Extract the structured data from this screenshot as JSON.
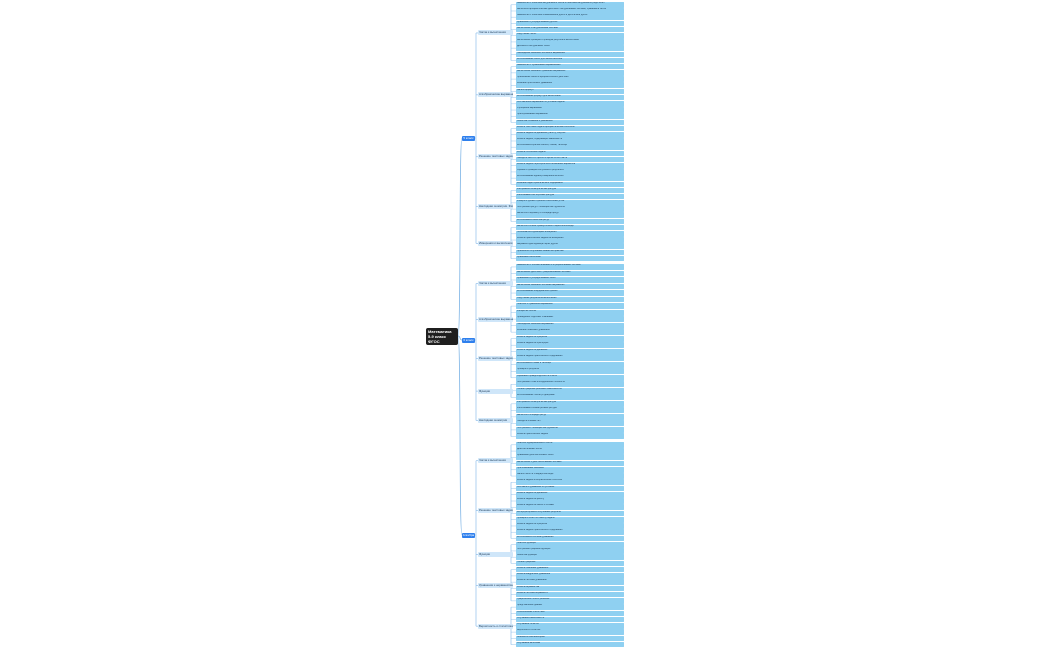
{
  "root": {
    "line1": "Математика",
    "line2": "5-9 класс",
    "line3": "ФГОС"
  },
  "colors": {
    "root": "#1f1f1f",
    "grade": "#2f80ed",
    "section": "#cfe6f9",
    "leaf": "#8fd0f1",
    "line": "#7fb5e6"
  },
  "grades": [
    {
      "label": "5 класс",
      "sections": [
        {
          "label": "Числа и вычисления",
          "leaves": [
            "Знакомство с понятием натурального числа и понятием натурального ряда чисел",
            "Выполнять арифметические действия с натуральными числами, сравнивать числа",
            "Знакомство с понятием обыкновенной дроби и десятичной дроби",
            "Сравнение и упорядочивание дробей",
            "Вычисления с натуральными числами",
            "Округление чисел",
            "Выполнение проверки и прикидки результата вычислений",
            "Делимость натуральных чисел",
            "Нахождение значения числового выражения",
            "Использование чисел для записи величин"
          ]
        },
        {
          "label": "Алгебраические выражения",
          "leaves": [
            "Знакомство с буквенными выражениями",
            "Вычисление значений буквенных выражений",
            "Применение свойств арифметических действий",
            "Решение простейших уравнений",
            "Запись формул",
            "Использование формул для вычислений",
            "Составление выражений по условию задачи",
            "Упрощение выражений",
            "Преобразование выражений",
            "Свойства сложения и умножения"
          ]
        },
        {
          "label": "Решение текстовых задач",
          "leaves": [
            "Решать текстовые задачи арифметическим способом",
            "Решать задачи на движение, работу, покупки",
            "Решать задачи, содержащие зависимости",
            "Использовать краткие записи, схемы, таблицы",
            "Решать логические задачи",
            "Находить часть от целого и целое по его части",
            "Решать задачи перебором всех возможных вариантов",
            "Оценка и проверка полученного результата",
            "Использование единиц измерения величин",
            "Решение задач практического содержания"
          ]
        },
        {
          "label": "Наглядная геометрия. Фигуры",
          "leaves": [
            "Изображать геометрические фигуры",
            "Распознавать на чертежах фигуры",
            "Измерять длины отрезков и величины углов",
            "Построение фигур с помощью инструментов",
            "Вычислять периметр и площадь фигур",
            "Использовать свойства фигур"
          ]
        },
        {
          "label": "Измерения и вычисления",
          "leaves": [
            "Вычислять объём прямоугольного параллелепипеда",
            "Пользоваться единицами измерения",
            "Решать практические задачи на измерения",
            "Выражать одни единицы через другие",
            "Применять полученные знания на практике",
            "Сравнивать величины"
          ]
        }
      ]
    },
    {
      "label": "6 класс",
      "sections": [
        {
          "label": "Числа и вычисления",
          "leaves": [
            "Знакомство с положительными и отрицательными числами",
            "Выполнение действий с рациональными числами",
            "Сравнение и упорядочивание чисел",
            "Вычисление значений числовых выражений",
            "Использование координатной прямой",
            "Округление результатов вычислений"
          ]
        },
        {
          "label": "Алгебраические выражения",
          "leaves": [
            "Понятие о буквенном выражении",
            "Раскрытие скобок",
            "Приведение подобных слагаемых",
            "Нахождение значений выражений",
            "Решение линейных уравнений"
          ]
        },
        {
          "label": "Решение текстовых задач",
          "leaves": [
            "Решать задачи на проценты",
            "Решать задачи на пропорции",
            "Решать задачи на движение",
            "Решать задачи практического содержания",
            "Использовать схемы и таблицы",
            "Проверять результат",
            "Оценивать правдоподобность ответа"
          ]
        },
        {
          "label": "Функции",
          "leaves": [
            "Построение точек в координатной плоскости",
            "Чтение графиков реальных зависимостей",
            "Использование таблиц и диаграмм"
          ]
        },
        {
          "label": "Наглядная геометрия",
          "leaves": [
            "Изображать геометрические фигуры",
            "Распознавать симметричные фигуры",
            "Вычислять площади фигур",
            "Находить объёмы тел",
            "Построения с помощью инструментов",
            "Решать практические задачи"
          ]
        }
      ]
    },
    {
      "label": "Алгебра",
      "sections": [
        {
          "label": "Числа и вычисления",
          "leaves": [
            "Понятие иррационального числа",
            "Действительные числа",
            "Сравнение действительных чисел",
            "Вычисления с действительными числами",
            "Приближённые значения",
            "Запись чисел в стандартном виде"
          ]
        },
        {
          "label": "Решение текстовых задач",
          "leaves": [
            "Решать задачи алгебраическим способом",
            "Составлять уравнения по условию",
            "Решать задачи на движение",
            "Решать задачи на работу",
            "Решать задачи на смеси и сплавы",
            "Интерпретировать полученный результат",
            "Проверять ответ по смыслу задачи",
            "Решать задачи на проценты",
            "Решать задачи практического содержания",
            "Использовать системы уравнений"
          ]
        },
        {
          "label": "Функции",
          "leaves": [
            "Понятие функции",
            "Построение графиков функций",
            "Свойства функций",
            "Чтение графиков"
          ]
        },
        {
          "label": "Уравнения и неравенства. Системы уравнений",
          "leaves": [
            "Решать линейные уравнения",
            "Решать квадратные уравнения",
            "Решать системы уравнений",
            "Решать неравенства",
            "Решать системы неравенств",
            "Графический способ решения"
          ]
        },
        {
          "label": "Вероятность и статистика",
          "leaves": [
            "Представление данных",
            "Описательная статистика",
            "Случайная изменчивость",
            "Случайные события",
            "Вероятность события",
            "Элементы комбинаторики",
            "Случайные величины"
          ]
        }
      ]
    }
  ]
}
